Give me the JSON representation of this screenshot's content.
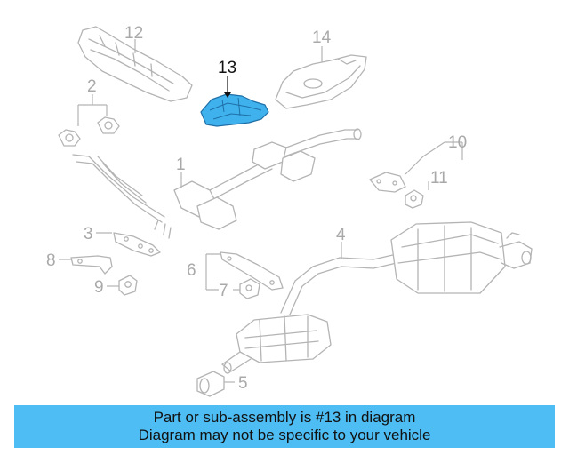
{
  "callouts": {
    "c1": "1",
    "c2": "2",
    "c3": "3",
    "c4": "4",
    "c5": "5",
    "c6": "6",
    "c7": "7",
    "c8": "8",
    "c9": "9",
    "c10": "10",
    "c11": "11",
    "c12": "12",
    "c13": "13",
    "c14": "14"
  },
  "highlighted_part": "13",
  "caption": {
    "line1": "Part or sub-assembly is #13 in diagram",
    "line2": "Diagram may not be specific to your vehicle"
  },
  "colors": {
    "highlight_fill": "#3fb2ee",
    "banner_background": "#4dbdf3",
    "line_art": "#b4b4b4"
  }
}
